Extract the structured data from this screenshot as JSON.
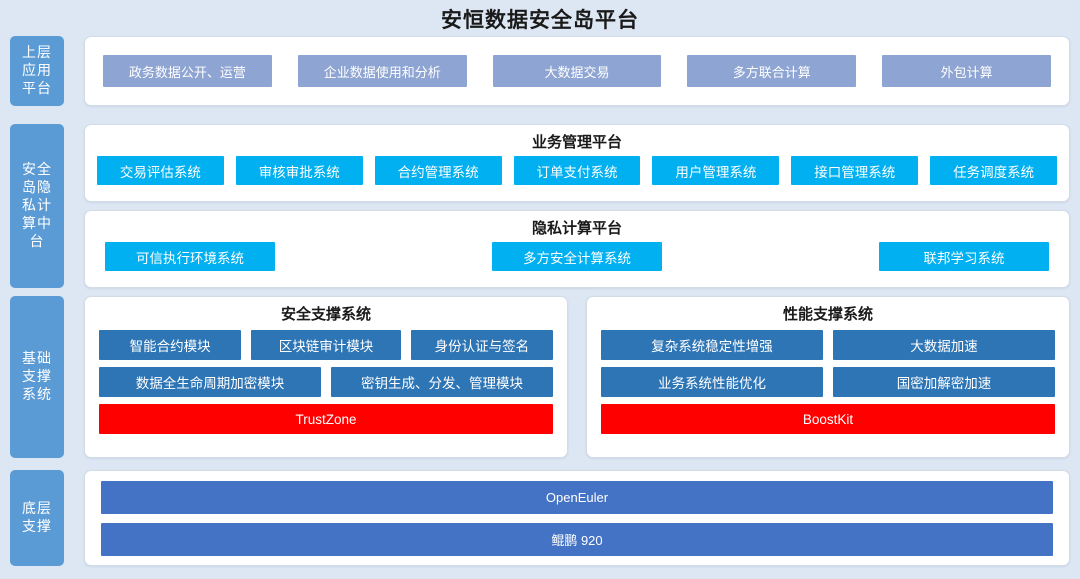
{
  "title": "安恒数据安全岛平台",
  "colors": {
    "background": "#dde7f4",
    "side_tab": "#5b9bd5",
    "app_chip": "#8ea4d2",
    "cyan_chip": "#00b0f0",
    "module_chip": "#2e75b6",
    "red_chip": "#fe0000",
    "royal_chip": "#4472c4"
  },
  "layers": {
    "application": {
      "tab_lines": [
        "上层",
        "应用",
        "平台"
      ],
      "items": [
        "政务数据公开、运营",
        "企业数据使用和分析",
        "大数据交易",
        "多方联合计算",
        "外包计算"
      ]
    },
    "middle": {
      "tab_lines": [
        "安全",
        "岛隐",
        "私计",
        "算中",
        "台"
      ],
      "business_platform": {
        "title": "业务管理平台",
        "items": [
          "交易评估系统",
          "审核审批系统",
          "合约管理系统",
          "订单支付系统",
          "用户管理系统",
          "接口管理系统",
          "任务调度系统"
        ]
      },
      "privacy_platform": {
        "title": "隐私计算平台",
        "items": [
          "可信执行环境系统",
          "多方安全计算系统",
          "联邦学习系统"
        ]
      }
    },
    "support": {
      "tab_lines": [
        "基础",
        "支撑",
        "系统"
      ],
      "security": {
        "title": "安全支撑系统",
        "row1": [
          "智能合约模块",
          "区块链审计模块",
          "身份认证与签名"
        ],
        "row2": [
          "数据全生命周期加密模块",
          "密钥生成、分发、管理模块"
        ],
        "footer": "TrustZone"
      },
      "performance": {
        "title": "性能支撑系统",
        "row1": [
          "复杂系统稳定性增强",
          "大数据加速"
        ],
        "row2": [
          "业务系统性能优化",
          "国密加解密加速"
        ],
        "footer": "BoostKit"
      }
    },
    "bottom": {
      "tab_lines": [
        "底层",
        "支撑"
      ],
      "items": [
        "OpenEuler",
        "鲲鹏 920"
      ]
    }
  }
}
